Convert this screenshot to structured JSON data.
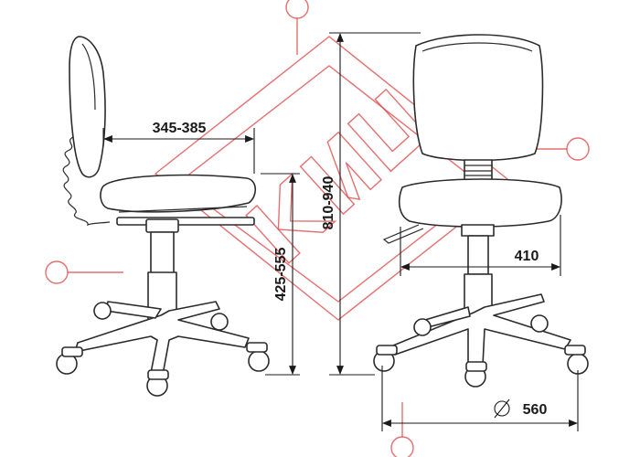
{
  "dimensions": {
    "seat_depth": "345-385",
    "seat_height": "425-555",
    "overall_height": "810-940",
    "seat_width": "410",
    "base_diameter": "560",
    "diameter_symbol": "⌀"
  },
  "watermark": {
    "text": "КИЦ",
    "color": "#d94040"
  },
  "colors": {
    "line": "#2b2b2b",
    "dimension": "#1a1a1a",
    "watermark": "#d94040"
  }
}
